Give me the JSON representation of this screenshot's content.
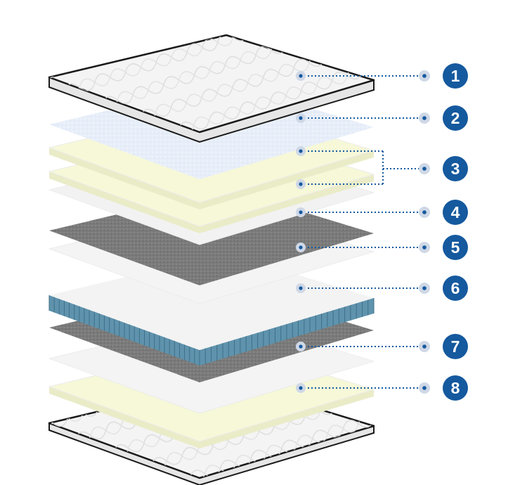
{
  "diagram": {
    "type": "exploded-layer-stack",
    "subject": "mattress",
    "layers": [
      {
        "id": "cover-top",
        "fill": "#f4f4f4",
        "pattern": "quilted",
        "edge": "#1a1a1a"
      },
      {
        "id": "fabric",
        "fill": "#e8effa",
        "pattern": "speckle"
      },
      {
        "id": "foam-a",
        "fill": "#f6f8d8",
        "pattern": "none"
      },
      {
        "id": "foam-b",
        "fill": "#f6f8d8",
        "pattern": "none"
      },
      {
        "id": "pad-a",
        "fill": "#f2f2f2",
        "pattern": "none"
      },
      {
        "id": "felt-a",
        "fill": "#7d7d7d",
        "pattern": "felt"
      },
      {
        "id": "pad-b",
        "fill": "#f4f4f4",
        "pattern": "none"
      },
      {
        "id": "springs",
        "fill": "#f3f3f3",
        "pattern": "pocket-springs",
        "side": "#5f93ad"
      },
      {
        "id": "pad-c",
        "fill": "#f3f3f3",
        "pattern": "none"
      },
      {
        "id": "felt-b",
        "fill": "#808080",
        "pattern": "felt"
      },
      {
        "id": "pad-d",
        "fill": "#f4f4f4",
        "pattern": "none"
      },
      {
        "id": "foam-c",
        "fill": "#f6f8d8",
        "pattern": "none"
      },
      {
        "id": "cover-bottom",
        "fill": "#f4f4f4",
        "pattern": "quilted",
        "edge": "#1a1a1a"
      }
    ],
    "callouts": [
      {
        "label": "1"
      },
      {
        "label": "2"
      },
      {
        "label": "3"
      },
      {
        "label": "4"
      },
      {
        "label": "5"
      },
      {
        "label": "6"
      },
      {
        "label": "7"
      },
      {
        "label": "8"
      }
    ],
    "colors": {
      "badge": "#15599e",
      "badge_text": "#ffffff",
      "leader": "#15599e",
      "dot_halo": "#cfd8e6"
    }
  }
}
